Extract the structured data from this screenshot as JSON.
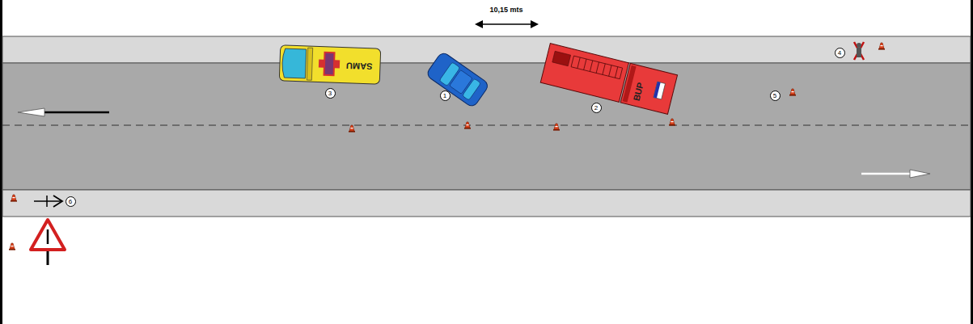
{
  "diagram": {
    "labels": [
      "10,15 mts",
      "SAMU",
      "BUP",
      "1",
      "2",
      "3",
      "4",
      "5",
      "6"
    ]
  }
}
